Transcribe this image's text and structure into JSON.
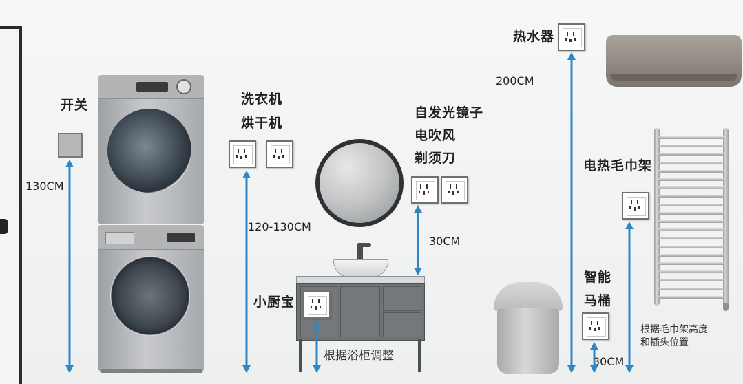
{
  "labels": {
    "switch": "开关",
    "washer_line1": "洗衣机",
    "washer_line2": "烘干机",
    "mirror_line1": "自发光镜子",
    "mirror_line2": "电吹风",
    "mirror_line3": "剃须刀",
    "water_heater": "热水器",
    "towel_rack": "电热毛巾架",
    "kitchen_treasure": "小厨宝",
    "toilet_line1": "智能",
    "toilet_line2": "马桶"
  },
  "dimensions": {
    "switch_height": "130CM",
    "washer_height": "120-130CM",
    "mirror_offset": "30CM",
    "water_heater_height": "200CM",
    "toilet_height": "30CM"
  },
  "notes": {
    "cabinet_note": "根据浴柜调整",
    "towel_note_line1": "根据毛巾架高度",
    "towel_note_line2": "和插头位置"
  },
  "colors": {
    "arrow": "#2f86c6",
    "appliance": "#b7b9bb",
    "cabinet": "#6f7376",
    "socket_face": "#ffffff"
  }
}
